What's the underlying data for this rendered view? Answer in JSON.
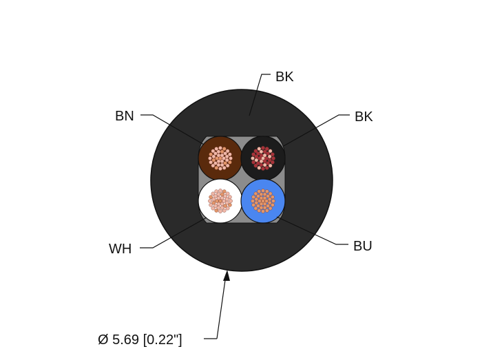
{
  "labels": {
    "jacket": "BK",
    "core_top_left": "BN",
    "core_top_right": "BK",
    "core_bottom_left": "WH",
    "core_bottom_right": "BU",
    "diameter": "Ø 5.69 [0.22\"]"
  },
  "colors": {
    "jacket": "#2a2a2a",
    "filler": "#8c8c8c",
    "core_brown": "#5a2a0c",
    "core_black": "#1c1c1c",
    "core_white": "#ffffff",
    "core_blue": "#4a86f0",
    "strand_light": "#f0b8a8",
    "strand_dark": "#a8323a",
    "strand_copper": "#e2966a"
  }
}
